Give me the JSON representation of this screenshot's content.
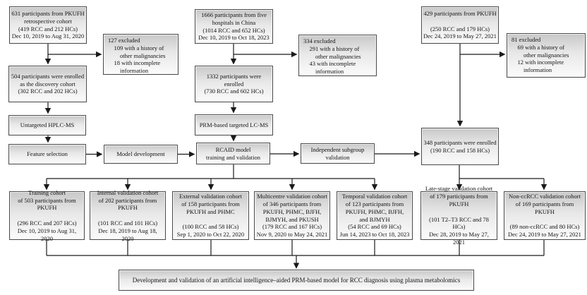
{
  "colors": {
    "box_border": "#4a4a4a",
    "box_fill_top": "#c8c8c8",
    "box_fill_bottom": "#fbfbfb",
    "line": "#1a1a1a",
    "text": "#141414",
    "background": "#ffffff"
  },
  "boxes": {
    "cohort_pkufh_631": "631 participants from PKUFH\nretrospective cohort\n(419 RCC and 212 HCs)\nDec 10, 2019 to Aug 31, 2020",
    "excluded_127": "127 excluded\n    109 with a history of\n        other malignancies\n    18 with incomplete\n        information",
    "discovery_504": "504 participants were enrolled\nas the discovery cohort\n(302 RCC and 202 HCs)",
    "untargeted_hplc_ms": "Untargeted HPLC-MS",
    "feature_selection": "Feature selection",
    "model_development": "Model development",
    "cohort_five_hospitals_1666": "1666 participants from five\nhospitals in China\n(1014 RCC and 652 HCs)\nDec 10, 2019 to Oct 18, 2023",
    "excluded_334": "334 excluded\n    291 with a history of\n        other malignancies\n    43 with incomplete\n        information",
    "enrolled_1332": "1332 participants were\nenrolled\n(730 RCC and 602 HCs)",
    "prm_targeted_lc_ms": "PRM-based targeted LC-MS",
    "rcaid_model": "RCAID model\ntraining and validation",
    "independent_subgroup": "Independent subgroup\nvalidation",
    "cohort_pkufh_429": "429 participants from PKUFH\n\n(250 RCC and 179 HCs)\nDec 24, 2019 to May 27, 2021",
    "excluded_81": "81 excluded\n    69 with a history of\n        other malignancies\n    12 with incomplete\n        information",
    "enrolled_348": "348 participants were enrolled\n(190 RCC and 158 HCs)",
    "training_cohort": "Training cohort\nof 503 participants from\nPKUFH\n\n(296 RCC and 207 HCs)\nDec 10, 2019 to Aug 31, 2020",
    "internal_validation": "Internal validation cohort\nof 202 participants from\nPKUFH\n\n(101 RCC and 101 HCs)\nDec 18, 2019 to Aug 18, 2020",
    "external_validation": "External validation cohort\nof 158 participants from\nPKUFH and PHMC\n\n(100 RCC and 58 HCs)\nSep 1, 2020 to Oct 22, 2020",
    "multicentre_validation": "Multicentre validation cohort\nof 346 participants from\nPKUFH, PHMC, BJFH,\nBJMYH, and PKUSH\n(179 RCC and 167 HCs)\nNov 9, 2020 to May 24, 2021",
    "temporal_validation": "Temporal validation cohort\nof 123 participants from\nPKUFH, PHMC, BJFH,\nand BJMYH\n(54 RCC and 69 HCs)\nJun 14, 2023 to Oct 18, 2023",
    "late_stage_validation": "Late-stage validation cohort\nof 179 participants from\nPKUFH\n\n(101 T2–T3 RCC and 78 HCs)\nDec 28, 2019 to May 27, 2021",
    "non_ccrcc_validation": "Non-ccRCC validation cohort\nof 169 participants from\nPKUFH\n\n(89 non-ccRCC and 80 HCs)\nDec 24, 2019 to May 27, 2021",
    "conclusion": "Development and validation of an artificial intelligence–aided PRM-based model for RCC diagnosis using plasma metabolomics"
  }
}
